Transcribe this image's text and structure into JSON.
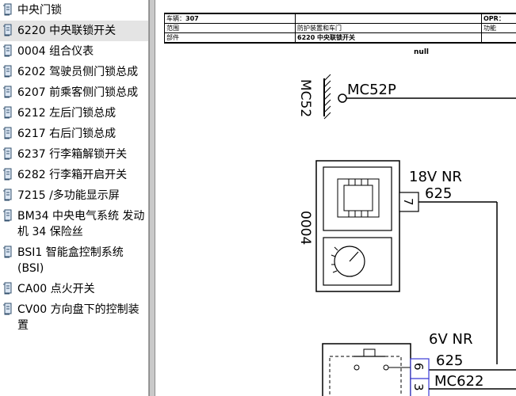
{
  "tree": {
    "items": [
      {
        "label": "中央门锁",
        "selected": false
      },
      {
        "label": "6220 中央联锁开关",
        "selected": true
      },
      {
        "label": "0004 组合仪表",
        "selected": false
      },
      {
        "label": "6202 驾驶员侧门锁总成",
        "selected": false
      },
      {
        "label": "6207 前乘客侧门锁总成",
        "selected": false
      },
      {
        "label": "6212 左后门锁总成",
        "selected": false
      },
      {
        "label": "6217 右后门锁总成",
        "selected": false
      },
      {
        "label": "6237 行李箱解锁开关",
        "selected": false
      },
      {
        "label": "6282 行李箱开启开关",
        "selected": false
      },
      {
        "label": "7215 /多功能显示屏",
        "selected": false
      },
      {
        "label": "BM34 中央电气系统 发动机 34 保险丝",
        "selected": false
      },
      {
        "label": "BSI1 智能盒控制系统 (BSI)",
        "selected": false
      },
      {
        "label": "CA00 点火开关",
        "selected": false
      },
      {
        "label": "CV00 方向盘下的控制装置",
        "selected": false
      }
    ],
    "icon": "document-icon"
  },
  "header": {
    "row1": {
      "label": "车辆：",
      "value": "307",
      "right_label": "OPR："
    },
    "row2": {
      "label": "范围",
      "value": "防护装置和车门",
      "right_label": "功能"
    },
    "row3": {
      "label": "部件",
      "value": "6220 中央联锁开关"
    }
  },
  "null_text": "null",
  "diagram": {
    "ground_ref": "MC52",
    "ground_label": "MC52P",
    "unit_label": "0004",
    "wire1_label": "18V NR",
    "wire1_number": "625",
    "pin1": "7",
    "wire2_label": "6V NR",
    "wire2_number": "625",
    "pin2": "6",
    "pin3": "3",
    "connector_label": "MC622",
    "wire_color": "#000000",
    "pin_box_color": "#3b3bd6"
  }
}
